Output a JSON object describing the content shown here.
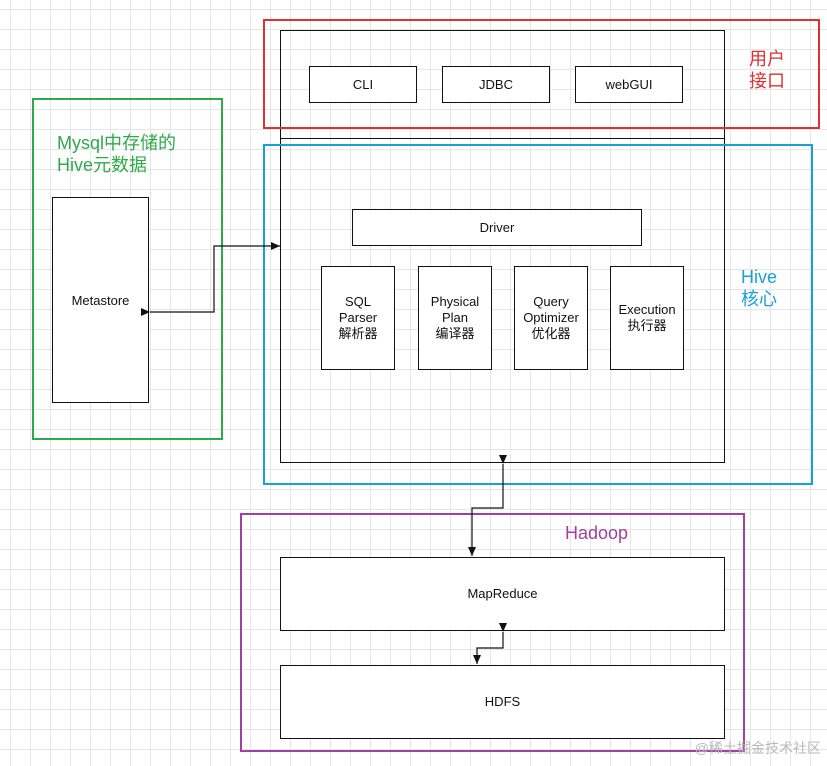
{
  "groups": {
    "user_interface": {
      "label_line1": "用户",
      "label_line2": "接口",
      "color": "#e03030"
    },
    "hive_core": {
      "label_line1": "Hive",
      "label_line2": "核心",
      "color": "#1aa0d8"
    },
    "mysql_metadata": {
      "label_line1": "Mysql中存储的",
      "label_line2": "Hive元数据",
      "color": "#2eaa4a"
    },
    "hadoop": {
      "label": "Hadoop",
      "color": "#a040a0"
    }
  },
  "interfaces": {
    "cli": "CLI",
    "jdbc": "JDBC",
    "webgui": "webGUI"
  },
  "driver": "Driver",
  "components": {
    "sql_parser": {
      "line1": "SQL",
      "line2": "Parser",
      "line3": "解析器"
    },
    "physical_plan": {
      "line1": "Physical",
      "line2": "Plan",
      "line3": "编译器"
    },
    "query_optimizer": {
      "line1": "Query",
      "line2": "Optimizer",
      "line3": "优化器"
    },
    "execution": {
      "line1": "Execution",
      "line2": "执行器"
    }
  },
  "metastore": "Metastore",
  "mapreduce": "MapReduce",
  "hdfs": "HDFS",
  "watermark": "@稀土掘金技术社区"
}
